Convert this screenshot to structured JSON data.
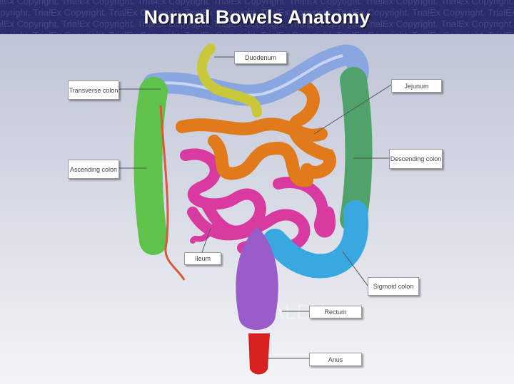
{
  "header": {
    "title": "Normal Bowels Anatomy",
    "watermark": "TrialEx Copyright."
  },
  "logo_watermark": "TRIALEX",
  "labels": {
    "duodenum": "Duodenum",
    "transverse_colon": "Transverse colon",
    "jejunum": "Jejunum",
    "ascending_colon": "Ascending colon",
    "descending_colon": "Descending colon",
    "ileum": "Ileum",
    "sigmoid_colon": "Sigmoid colon",
    "rectum": "Rectum",
    "anus": "Anus"
  },
  "colors": {
    "header": "#2b2c6c",
    "ascending": "#5fc24a",
    "transverse": "#8aa6e0",
    "descending": "#4fa36a",
    "sigmoid": "#3aa8e0",
    "jejunum": "#e07a1a",
    "ileum": "#d83aa0",
    "duodenum": "#c9c83a",
    "rectum": "#9a5cc8",
    "anus": "#d82020"
  }
}
